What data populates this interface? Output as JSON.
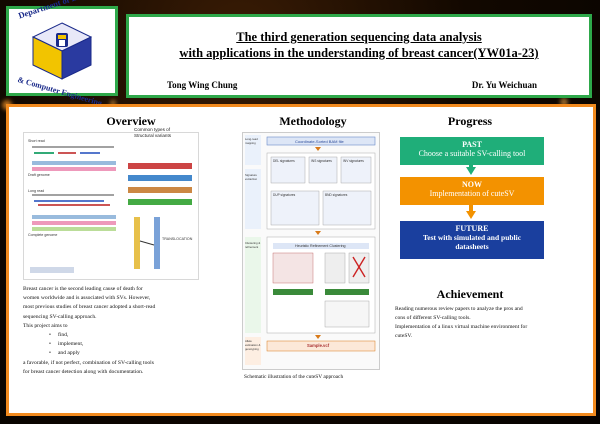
{
  "header": {
    "logo": {
      "top_text": "Department of Electronic",
      "bottom_text": "& Computer Engineering"
    },
    "title_line1": "The third generation sequencing data analysis",
    "title_line2": "with applications in the understanding of breast cancer(YW01a-23)",
    "author": "Tong Wing Chung",
    "supervisor": "Dr. Yu Weichuan"
  },
  "overview": {
    "heading": "Overview",
    "figure_caption_line1": "Common types of",
    "figure_caption_line2": "Structural variants",
    "figure_labels": {
      "short_read": "Short read",
      "draft_genome": "Draft genome",
      "long_read": "Long read",
      "complete_genome": "Complete genome",
      "translocation": "TRANSLOCATION"
    },
    "para1_line1": "Breast cancer is the second leading cause of death for",
    "para1_line2": "women worldwide and is associated with SVs. However,",
    "para1_line3": "most previous studies of breast cancer adopted a short-read",
    "para1_line4": "sequencing SV-calling approach.",
    "aims_intro": "This project aims to",
    "aims": [
      "find,",
      "implement,",
      "and apply"
    ],
    "para2_line1": "a favorable, if not perfect, combination of SV-calling tools",
    "para2_line2": "for breast cancer detection along with documentation."
  },
  "methodology": {
    "heading": "Methodology",
    "figure_title": "Coordinate-Sorted BAM file",
    "figure_sections": [
      "DEL signatures",
      "INS signatures",
      "INV signatures",
      "DUP signatures",
      "BND signatures"
    ],
    "figure_cluster": "Heuristic Refinement Clustering",
    "figure_output": "Sample.vcf",
    "figure_side": [
      "Long-read mapping",
      "Signature extraction",
      "Clustering & refinement",
      "Allele estimation & genotyping"
    ],
    "caption": "Schematic illustration of the cuteSV approach"
  },
  "progress": {
    "heading": "Progress",
    "past_label": "PAST",
    "past_text": "Choose a suitable SV-calling tool",
    "now_label": "NOW",
    "now_text": "Implementation of cuteSV",
    "future_label": "FUTURE",
    "future_text_line1": "Test with simulated and public",
    "future_text_line2": "datasheets",
    "colors": {
      "past": "#1fae79",
      "now": "#f39200",
      "future": "#1a3f9e",
      "border": "#f28a1e",
      "header_border": "#2ea84a"
    }
  },
  "achievement": {
    "heading": "Achievement",
    "line1": "Reading numerous review papers to analyze the pros and",
    "line2": "cons of different SV-calling tools.",
    "line3": "Implementation of a linux virtual machine environment for",
    "line4": "cuteSV."
  }
}
